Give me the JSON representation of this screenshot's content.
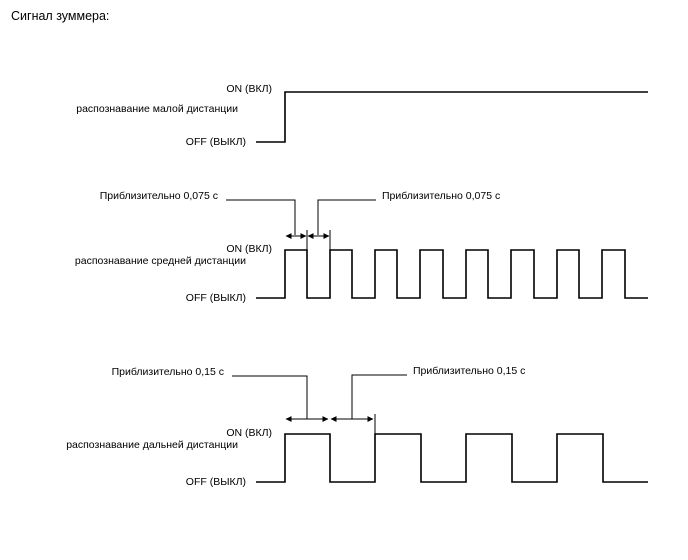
{
  "title": "Сигнал зуммера:",
  "on_label": "ON (ВКЛ)",
  "off_label": "OFF (ВЫКЛ)",
  "sections": [
    {
      "id": "short",
      "label": "распознавание малой дистанции",
      "mode": "continuous_on"
    },
    {
      "id": "medium",
      "label": "распознавание средней дистанции",
      "mode": "pulsed",
      "on_duration": "Приблизительно 0,075 с",
      "off_duration": "Приблизительно 0,075 с"
    },
    {
      "id": "long",
      "label": "распознавание дальней дистанции",
      "mode": "pulsed",
      "on_duration": "Приблизительно 0,15 с",
      "off_duration": "Приблизительно 0,15 с"
    }
  ]
}
